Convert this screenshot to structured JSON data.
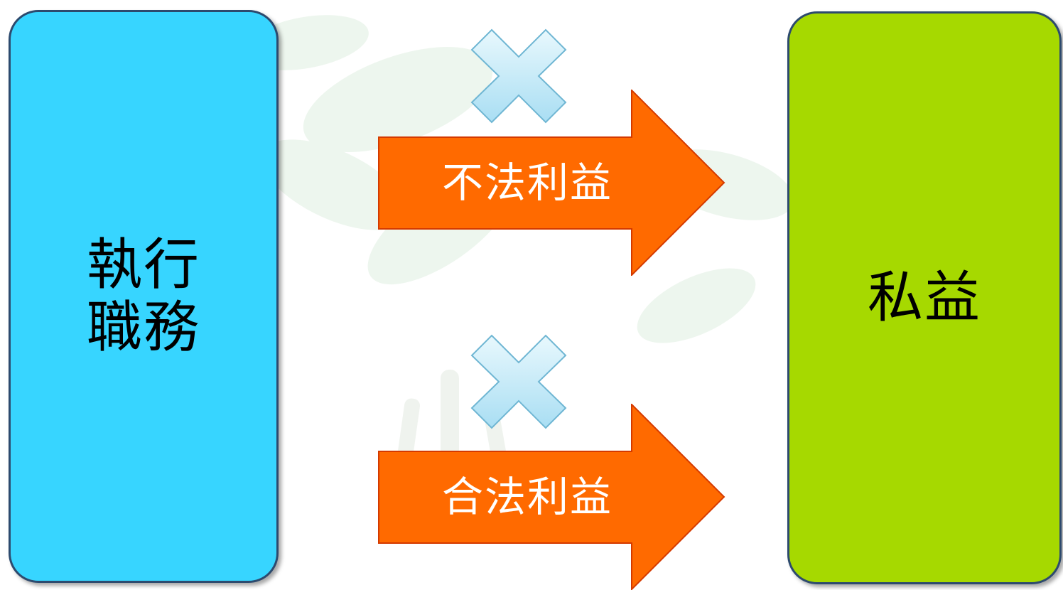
{
  "diagram": {
    "left_box": {
      "lines": [
        "執行",
        "職務"
      ]
    },
    "right_box": {
      "label": "私益"
    },
    "arrows": [
      {
        "label": "不法利益",
        "crossed": true
      },
      {
        "label": "合法利益",
        "crossed": true
      }
    ]
  },
  "colors": {
    "left_box_fill": "#37d5ff",
    "right_box_fill": "#a6d900",
    "arrow_fill": "#ff6a00",
    "x_mark_fill": "#c8eefa"
  },
  "icons": {
    "cross_mark": "x-mark-icon",
    "arrow": "right-arrow"
  }
}
